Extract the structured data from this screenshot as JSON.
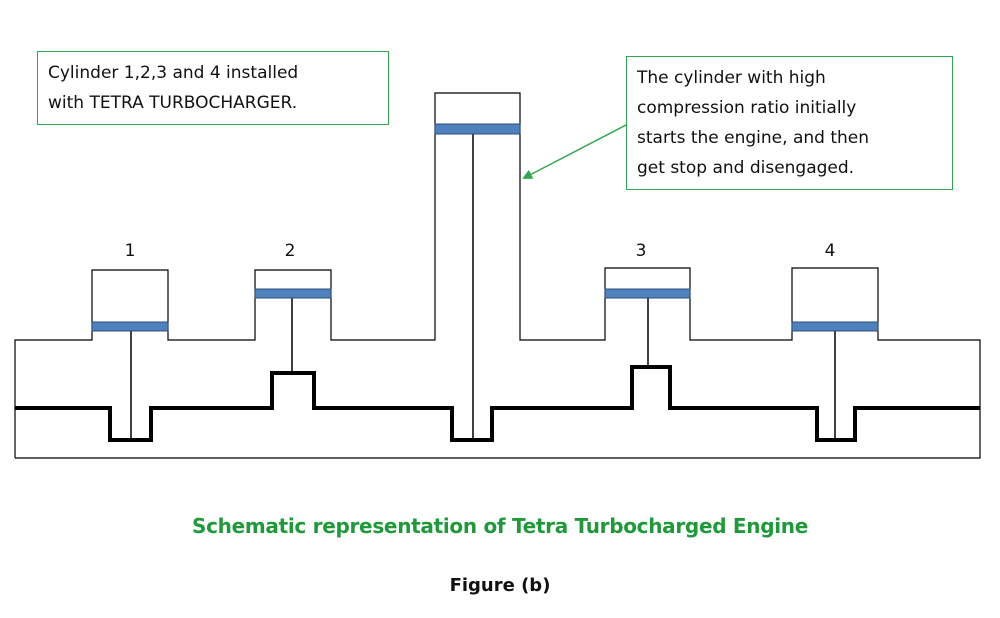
{
  "callouts": {
    "left": {
      "lines": [
        "Cylinder 1,2,3 and 4 installed",
        "with TETRA TURBOCHARGER."
      ]
    },
    "right": {
      "lines": [
        "The cylinder with high",
        "compression ratio initially",
        "starts the engine, and then",
        "get stop and disengaged."
      ]
    }
  },
  "cylinder_labels": [
    "1",
    "2",
    "3",
    "4"
  ],
  "caption": "Schematic representation of Tetra Turbocharged Engine",
  "figure_label": "Figure (b)",
  "colors": {
    "outline": "#000000",
    "piston": "#4f81bd",
    "piston_edge": "#2c4f7a",
    "callout_border": "#2fa84f",
    "arrow": "#2fa84f",
    "caption": "#1f9a3a"
  }
}
